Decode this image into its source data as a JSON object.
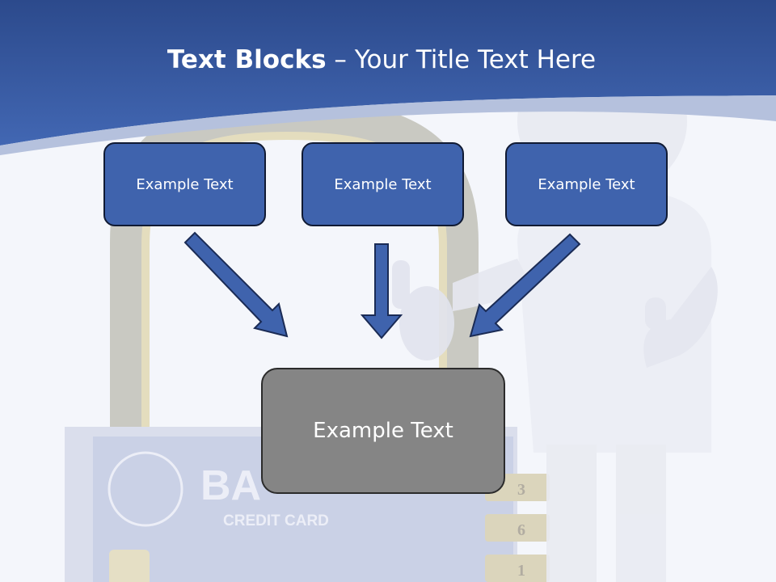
{
  "slide": {
    "title_bold": "Text Blocks",
    "title_separator": " – ",
    "title_rest": "Your Title Text Here"
  },
  "blocks": [
    {
      "label": "Example Text"
    },
    {
      "label": "Example Text"
    },
    {
      "label": "Example Text"
    }
  ],
  "center_block": {
    "label": "Example Text"
  },
  "background_image": {
    "card_text_1": "BA",
    "card_text_2": "CREDIT CARD",
    "dial_digits": [
      "3",
      "6",
      "1"
    ]
  },
  "colors": {
    "header_blue": "#3a5da8",
    "block_fill": "#3f63ad",
    "center_fill": "#858585",
    "arrow_fill": "#3f63ad"
  }
}
